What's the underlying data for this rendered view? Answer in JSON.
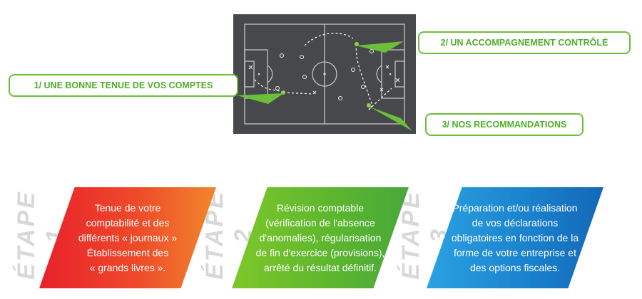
{
  "callouts": {
    "step1": "1/ UNE BONNE TENUE DE VOS COMPTES",
    "step2": "2/ UN ACCOMPAGNEMENT CONTRÔLÉ",
    "step3": "3/ NOS RECOMMANDATIONS"
  },
  "steps": [
    {
      "label": "ÉTAPE 1",
      "lines": [
        "Tenue de votre",
        "comptabilité et des",
        "différents « journaux »",
        "Établissement des",
        "« grands livres »."
      ]
    },
    {
      "label": "ÉTAPE 2",
      "lines": [
        "Révision comptable",
        "(vérification de l'absence",
        "d'anomalies), régularisation",
        "de fin d'exercice (provisions),",
        "arrêté du résultat définitif."
      ]
    },
    {
      "label": "ÉTAPE 3",
      "lines": [
        "Préparation et/ou réalisation",
        "de vos déclarations",
        "obligatoires en fonction de la",
        "forme de votre entreprise et",
        "des options fiscales."
      ]
    }
  ],
  "colors": {
    "callout_green": "#6cbf3a",
    "step1": "#e8202a",
    "step2": "#5bb52f",
    "step3": "#1a80cc",
    "board": "#46484b"
  }
}
